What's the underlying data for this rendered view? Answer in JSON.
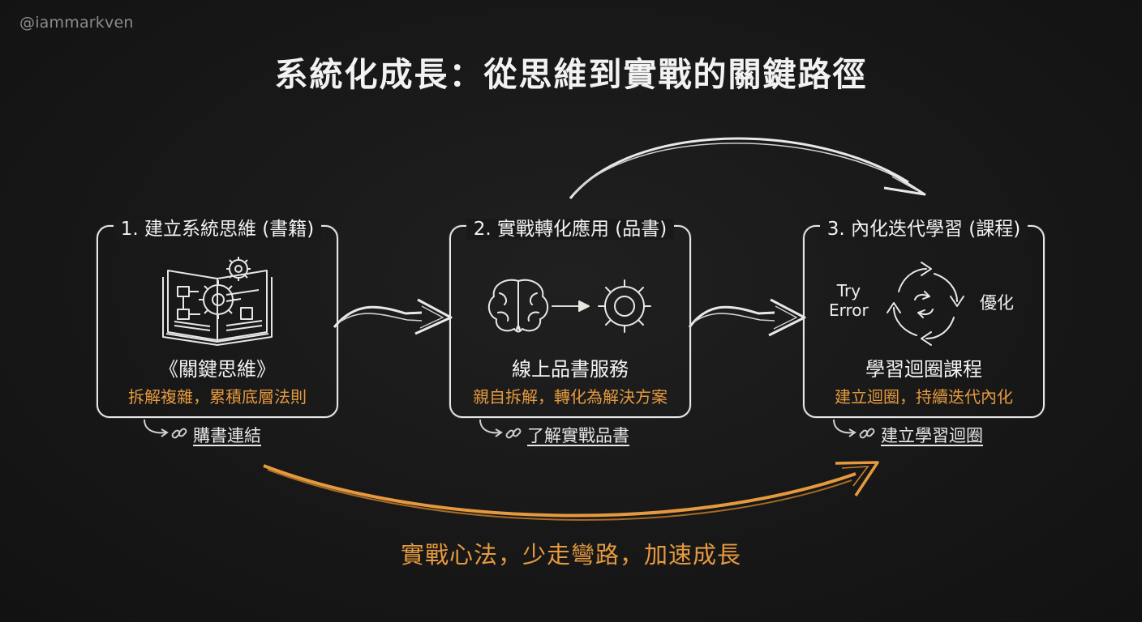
{
  "watermark": "@iammarkven",
  "title": "系統化成長：從思維到實戰的關鍵路徑",
  "steps": [
    {
      "heading": "1. 建立系統思維 (書籍)",
      "name": "《關鍵思維》",
      "desc": "拆解複雜，累積底層法則",
      "link": "購書連結",
      "icon": "book-gear-icon"
    },
    {
      "heading": "2. 實戰轉化應用 (品書)",
      "name": "線上品書服務",
      "desc": "親自拆解，轉化為解決方案",
      "link": "了解實戰品書",
      "icon": "brain-to-gear-icon"
    },
    {
      "heading": "3. 內化迭代學習 (課程)",
      "name": "學習迴圈課程",
      "desc": "建立迴圈，持續迭代內化",
      "link": "建立學習迴圈",
      "icon": "cycle-arrows-icon",
      "cycle_left_line1": "Try",
      "cycle_left_line2": "Error",
      "cycle_right": "優化"
    }
  ],
  "bottom_text": "實戰心法，少走彎路，加速成長",
  "colors": {
    "accent": "#e69a3f",
    "line": "#e6e6e6",
    "background": "#1a1a1a"
  }
}
